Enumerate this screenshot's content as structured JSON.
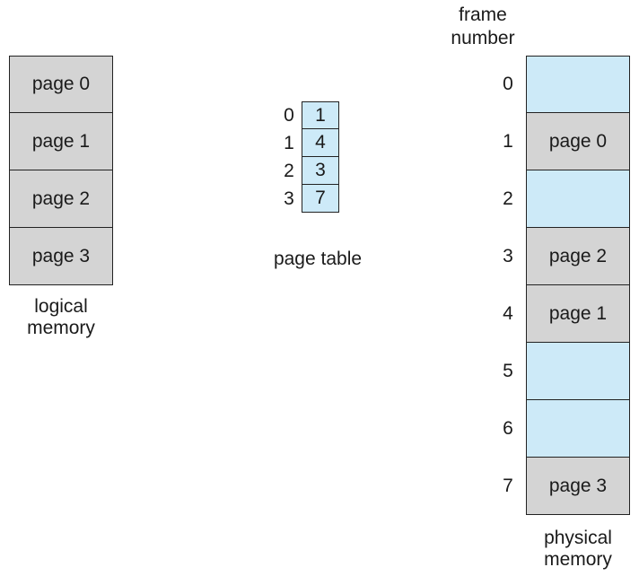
{
  "logical_memory": {
    "pages": [
      "page 0",
      "page 1",
      "page 2",
      "page 3"
    ],
    "caption_line1": "logical",
    "caption_line2": "memory"
  },
  "page_table": {
    "indices": [
      "0",
      "1",
      "2",
      "3"
    ],
    "frames": [
      "1",
      "4",
      "3",
      "7"
    ],
    "caption": "page table"
  },
  "physical_memory": {
    "header_line1": "frame",
    "header_line2": "number",
    "frames": [
      {
        "number": "0",
        "content": ""
      },
      {
        "number": "1",
        "content": "page 0"
      },
      {
        "number": "2",
        "content": ""
      },
      {
        "number": "3",
        "content": "page 2"
      },
      {
        "number": "4",
        "content": "page 1"
      },
      {
        "number": "5",
        "content": ""
      },
      {
        "number": "6",
        "content": ""
      },
      {
        "number": "7",
        "content": "page 3"
      }
    ],
    "caption_line1": "physical",
    "caption_line2": "memory"
  },
  "colors": {
    "page_fill": "#d4d4d4",
    "free_fill": "#cdeaf8",
    "border": "#222222"
  }
}
